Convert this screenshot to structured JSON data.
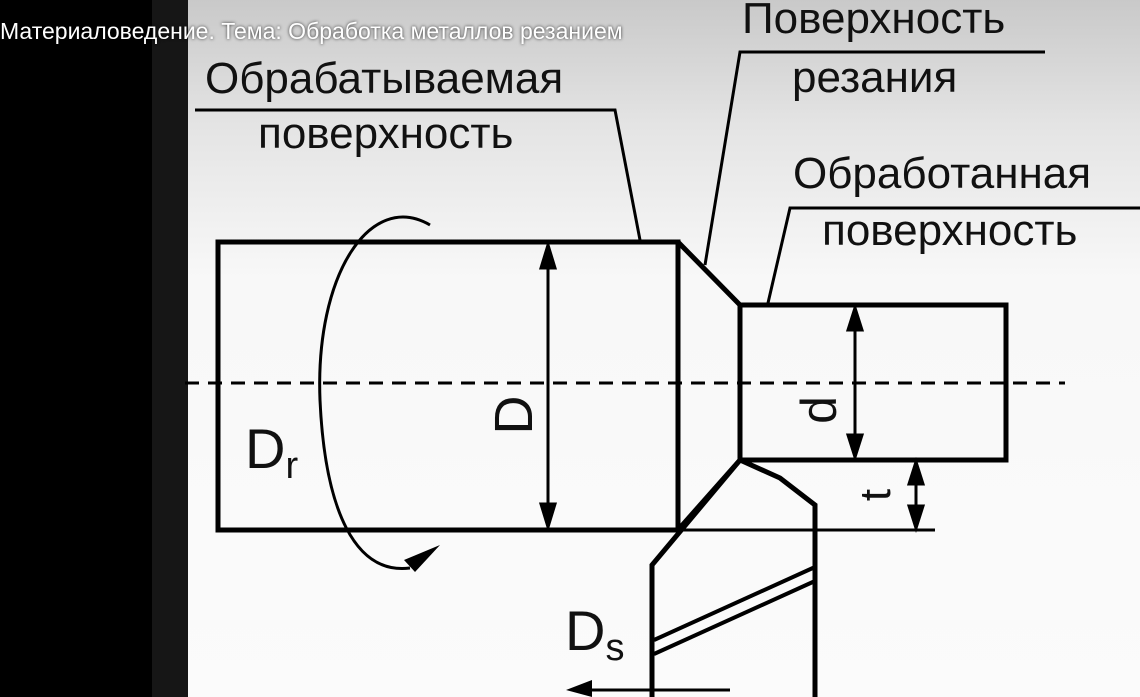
{
  "video": {
    "title": "Материаловедение. Тема: Обработка металлов резанием"
  },
  "diagram": {
    "labels": {
      "machined_surface_line1": "Обрабатываемая",
      "machined_surface_line2": "поверхность",
      "cutting_surface_line1": "Поверхность",
      "cutting_surface_line2": "резания",
      "finished_surface_line1": "Обработанная",
      "finished_surface_line2": "поверхность",
      "diameter_large": "D",
      "diameter_small": "d",
      "depth_of_cut": "t",
      "main_motion": "D",
      "main_motion_sub": "r",
      "feed_motion": "D",
      "feed_motion_sub": "s"
    }
  }
}
